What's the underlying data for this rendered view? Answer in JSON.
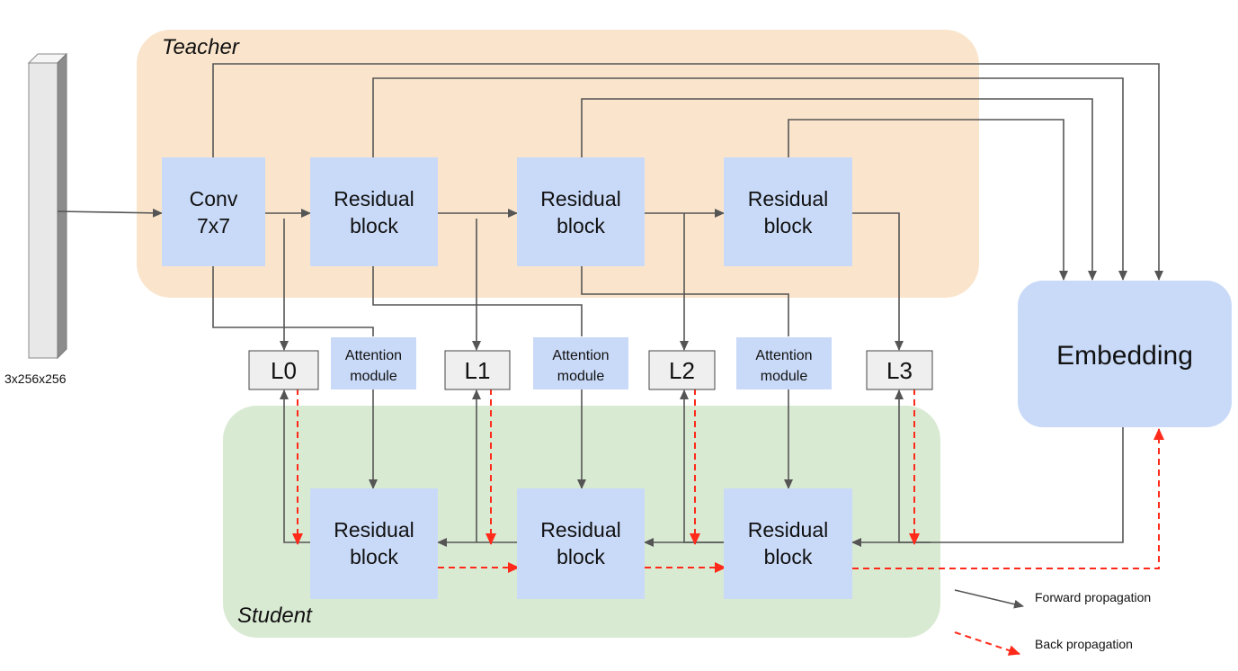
{
  "groups": {
    "teacher": "Teacher",
    "student": "Student"
  },
  "input": {
    "label": "3x256x256"
  },
  "teacher_blocks": [
    {
      "line1": "Conv",
      "line2": "7x7"
    },
    {
      "line1": "Residual",
      "line2": "block"
    },
    {
      "line1": "Residual",
      "line2": "block"
    },
    {
      "line1": "Residual",
      "line2": "block"
    }
  ],
  "student_blocks": [
    {
      "line1": "Residual",
      "line2": "block"
    },
    {
      "line1": "Residual",
      "line2": "block"
    },
    {
      "line1": "Residual",
      "line2": "block"
    }
  ],
  "losses": [
    "L0",
    "L1",
    "L2",
    "L3"
  ],
  "attention": [
    {
      "line1": "Attention",
      "line2": "module"
    },
    {
      "line1": "Attention",
      "line2": "module"
    },
    {
      "line1": "Attention",
      "line2": "module"
    }
  ],
  "embedding": {
    "label": "Embedding"
  },
  "legend": {
    "forward": "Forward propagation",
    "back": "Back propagation"
  },
  "colors": {
    "teacher_bg": "#fae5cc",
    "student_bg": "#d9ead3",
    "block": "#c9daf8",
    "loss_box": "#efefef",
    "forward": "#555555",
    "back": "#ff2a1a"
  }
}
